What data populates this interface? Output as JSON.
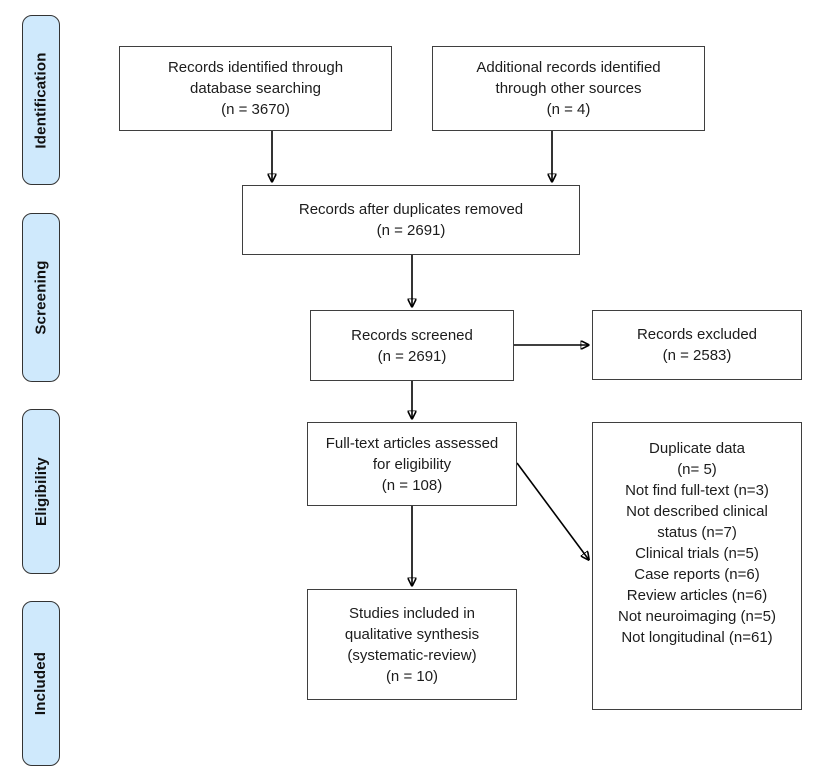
{
  "diagram": {
    "kind": "prisma-flow-diagram",
    "colors": {
      "box_border": "#3f3f3f",
      "box_fill": "#ffffff",
      "stage_fill": "#cfe9fc",
      "stage_border": "#333333",
      "arrow": "#000000",
      "background": "#ffffff"
    },
    "stages": [
      {
        "label": "Identification"
      },
      {
        "label": "Screening"
      },
      {
        "label": "Eligibility"
      },
      {
        "label": "Included"
      }
    ],
    "boxes": {
      "records_identified": {
        "lines": [
          "Records identified through",
          "database searching",
          "(n = 3670)"
        ]
      },
      "additional_records": {
        "lines": [
          "Additional records identified",
          "through other sources",
          "(n = 4)"
        ]
      },
      "duplicates_removed": {
        "lines": [
          "Records after duplicates removed",
          "(n = 2691)"
        ]
      },
      "records_screened": {
        "lines": [
          "Records screened",
          "(n = 2691)"
        ]
      },
      "records_excluded": {
        "lines": [
          "Records excluded",
          "(n = 2583)"
        ]
      },
      "fulltext_assessed": {
        "lines": [
          "Full-text articles assessed",
          "for eligibility",
          "(n = 108)"
        ]
      },
      "exclusion_reasons": {
        "lines": [
          "Duplicate data",
          "(n= 5)",
          "Not find full-text (n=3)",
          "Not described clinical",
          "status (n=7)",
          "Clinical trials (n=5)",
          "Case reports (n=6)",
          "Review articles (n=6)",
          "Not neuroimaging (n=5)",
          "Not longitudinal (n=61)"
        ]
      },
      "studies_included": {
        "lines": [
          "Studies included in",
          "qualitative synthesis",
          "(systematic-review)",
          "(n = 10)"
        ]
      }
    }
  }
}
